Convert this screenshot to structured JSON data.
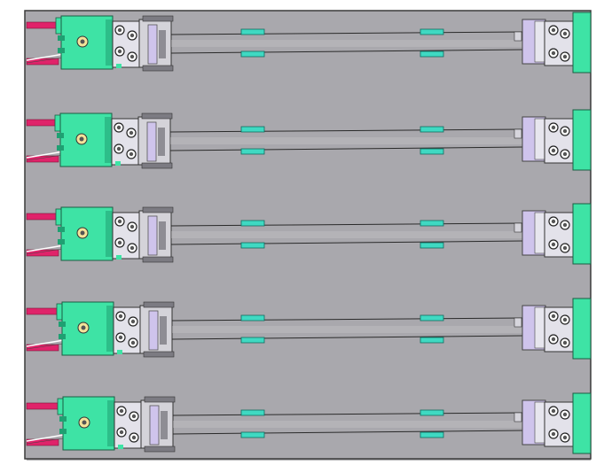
{
  "colors": {
    "page_bg": "#ffffff",
    "plate": "#a9a8ad",
    "plate_edge": "#3a3a3a",
    "motor_body": "#3ee3a5",
    "motor_dark": "#1fa072",
    "rod_red": "#e0236a",
    "rod_pink": "#f0a6c4",
    "bearing": "#e3e2ea",
    "bearing_dark": "#6b6a72",
    "lavender": "#cfc4ec",
    "guide_rail": "#c9c8cc",
    "carriage_cyan": "#3fd9c2",
    "endcap_green": "#3ee3a5"
  },
  "assembly": {
    "units": [
      {
        "id": "unit-1"
      },
      {
        "id": "unit-2"
      },
      {
        "id": "unit-3"
      },
      {
        "id": "unit-4"
      },
      {
        "id": "unit-5"
      }
    ]
  }
}
